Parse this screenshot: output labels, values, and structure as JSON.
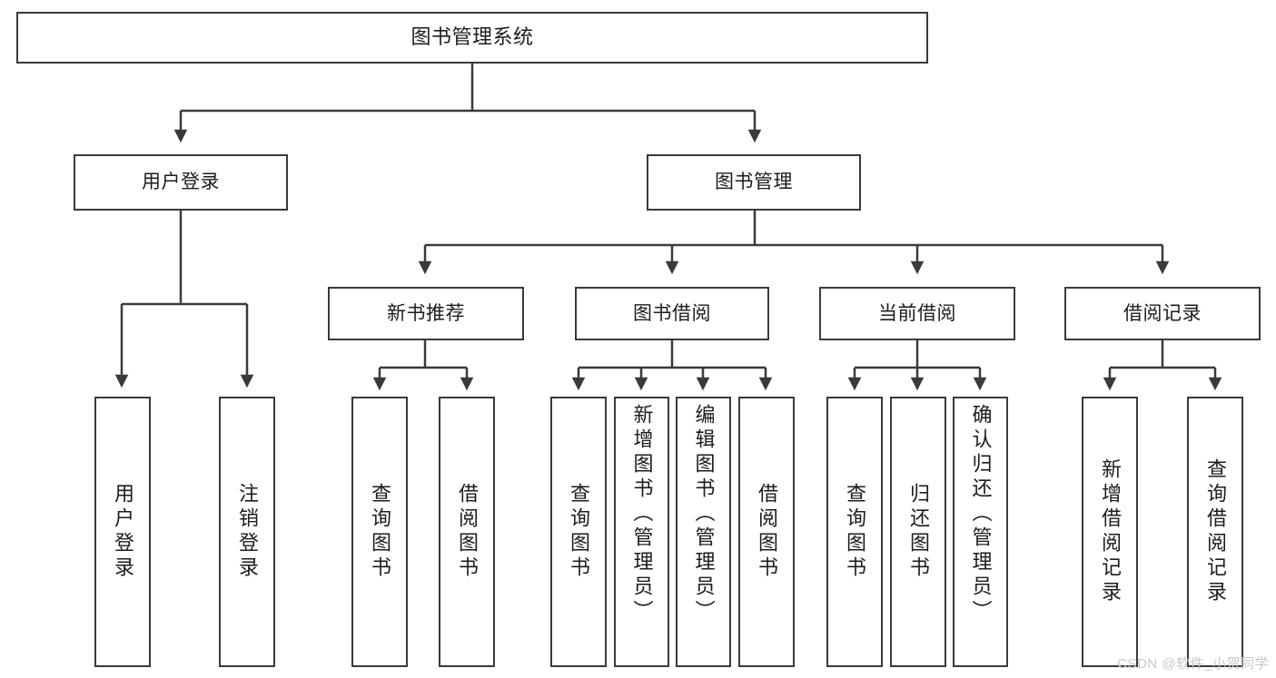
{
  "diagram": {
    "title": "图书管理系统",
    "type": "tree-hierarchy",
    "watermark": "CSDN @软件_小贺同学",
    "colors": {
      "box_border": "#3a3a3a",
      "connector": "#3a3a3a",
      "text": "#1c1c1c",
      "background": "#ffffff",
      "watermark": "#c8c8c8"
    },
    "nodes": {
      "root": {
        "label": "图书管理系统"
      },
      "level1": [
        {
          "label": "用户登录"
        },
        {
          "label": "图书管理"
        }
      ],
      "level2": [
        {
          "label": "新书推荐"
        },
        {
          "label": "图书借阅"
        },
        {
          "label": "当前借阅"
        },
        {
          "label": "借阅记录"
        }
      ],
      "leaves_user_login": [
        {
          "label": "用户登录"
        },
        {
          "label": "注销登录"
        }
      ],
      "leaves_new_book": [
        {
          "label": "查询图书"
        },
        {
          "label": "借阅图书"
        }
      ],
      "leaves_borrow": [
        {
          "label": "查询图书"
        },
        {
          "label": "新增图书（管理员）"
        },
        {
          "label": "编辑图书（管理员）"
        },
        {
          "label": "借阅图书"
        }
      ],
      "leaves_current": [
        {
          "label": "查询图书"
        },
        {
          "label": "归还图书"
        },
        {
          "label": "确认归还（管理员）"
        }
      ],
      "leaves_records": [
        {
          "label": "新增借阅记录"
        },
        {
          "label": "查询借阅记录"
        }
      ]
    }
  }
}
